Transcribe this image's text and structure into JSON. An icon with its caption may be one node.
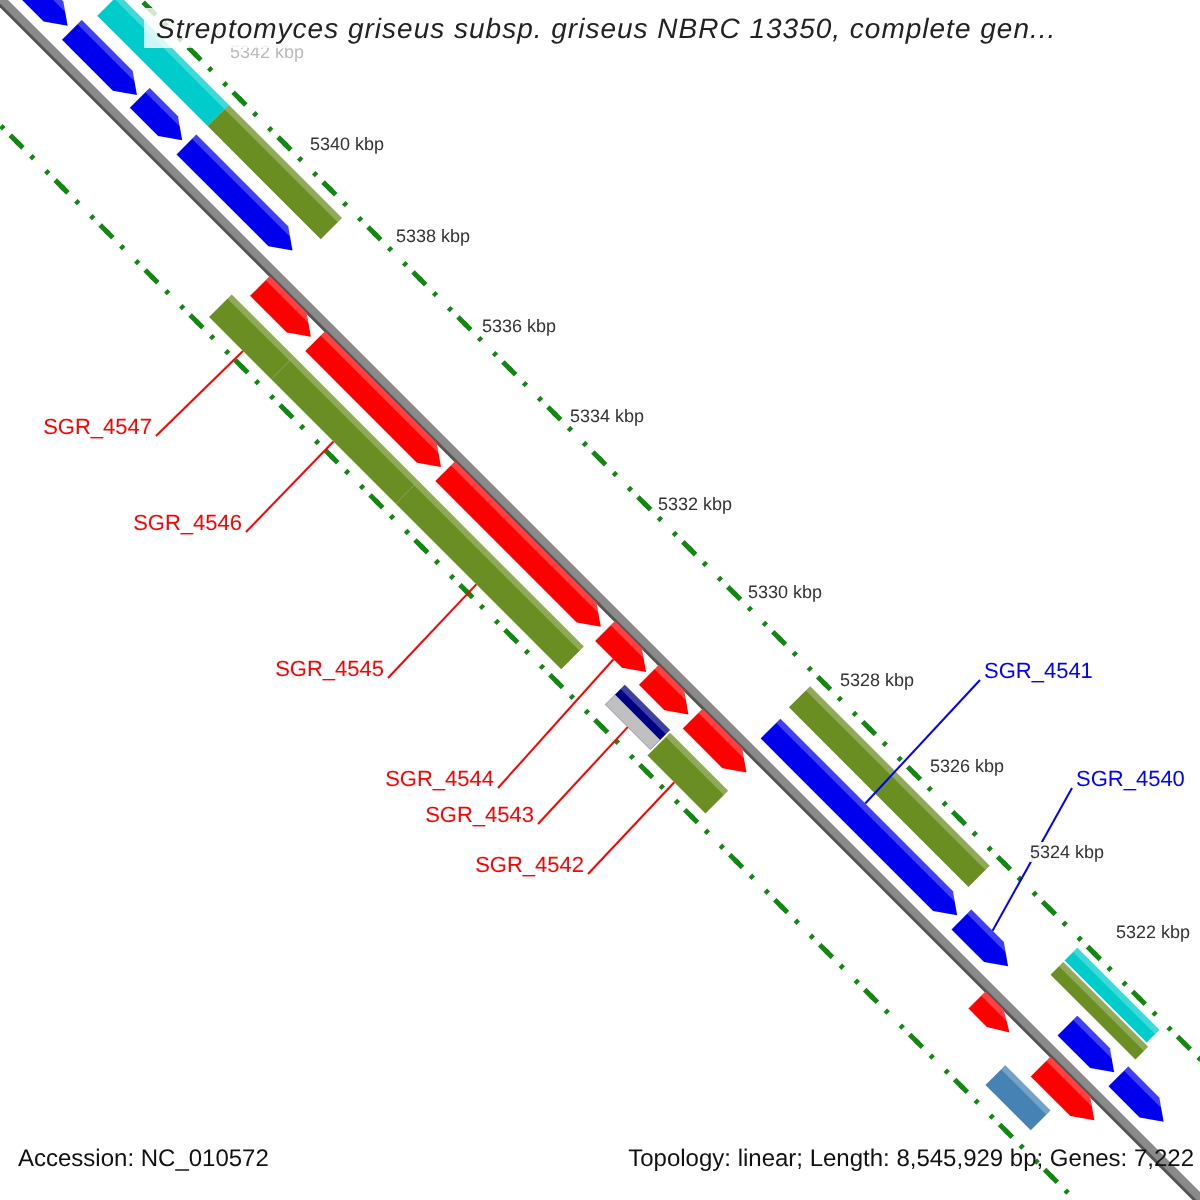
{
  "diagram": {
    "title": "Streptomyces griseus subsp. griseus NBRC 13350, complete gen...",
    "nodes": [
      {
        "text": [
          "SGR_4547"
        ]
      },
      {
        "text": [
          "SGR_4546"
        ]
      },
      {
        "text": [
          "SGR_4545"
        ]
      },
      {
        "text": [
          "SGR_4544"
        ]
      },
      {
        "text": [
          "SGR_4543"
        ]
      },
      {
        "text": [
          "SGR_4542"
        ]
      },
      {
        "text": [
          "SGR_4541"
        ]
      },
      {
        "text": [
          "SGR_4540"
        ]
      },
      {
        "text": [],
        "shape": "arrow"
      },
      {
        "text": [],
        "shape": "arrow"
      },
      {
        "text": [],
        "shape": "bar"
      },
      {
        "text": [],
        "shape": "arrow"
      },
      {
        "text": [],
        "shape": "arrow"
      },
      {
        "text": [],
        "shape": "bar"
      },
      {
        "text": [],
        "shape": "bar"
      },
      {
        "text": [],
        "shape": "arrow"
      },
      {
        "text": [],
        "shape": "bar"
      },
      {
        "text": [],
        "shape": "arrow"
      },
      {
        "text": [],
        "shape": "bar"
      },
      {
        "text": [],
        "shape": "arrow"
      },
      {
        "text": [],
        "shape": "arrow"
      },
      {
        "text": [],
        "shape": "bar"
      },
      {
        "text": [],
        "shape": "arrow"
      },
      {
        "text": [],
        "shape": "bar"
      },
      {
        "text": [],
        "shape": "arrow"
      },
      {
        "text": [],
        "shape": "bar"
      },
      {
        "text": [],
        "shape": "arrow"
      },
      {
        "text": [],
        "shape": "arrow"
      },
      {
        "text": [],
        "shape": "arrow"
      },
      {
        "text": [],
        "shape": "bar"
      },
      {
        "text": [],
        "shape": "bar"
      },
      {
        "text": [],
        "shape": "arrow"
      },
      {
        "text": [],
        "shape": "arrow"
      },
      {
        "text": [],
        "shape": "bar"
      },
      {
        "text": [],
        "shape": "arrow"
      }
    ],
    "edges": [
      {
        "from": 0,
        "to": 14,
        "arrow": "none"
      },
      {
        "from": 1,
        "to": 16,
        "arrow": "none"
      },
      {
        "from": 2,
        "to": 18,
        "arrow": "none"
      },
      {
        "from": 3,
        "to": 20,
        "arrow": "none"
      },
      {
        "from": 4,
        "to": 21,
        "arrow": "none"
      },
      {
        "from": 5,
        "to": 23,
        "arrow": "none"
      },
      {
        "from": 6,
        "to": 26,
        "arrow": "none",
        "color": "#0000ff"
      },
      {
        "from": 7,
        "to": 27,
        "arrow": "none",
        "color": "#0000ff"
      }
    ],
    "labels": [
      "5342 kbp",
      "5340 kbp",
      "5338 kbp",
      "5336 kbp",
      "5334 kbp",
      "5332 kbp",
      "5330 kbp",
      "5328 kbp",
      "5326 kbp",
      "5324 kbp",
      "5322 kbp",
      "Accession: NC_010572",
      "Topology: linear; Length: 8,545,929 bp; Genes: 7,222"
    ]
  }
}
